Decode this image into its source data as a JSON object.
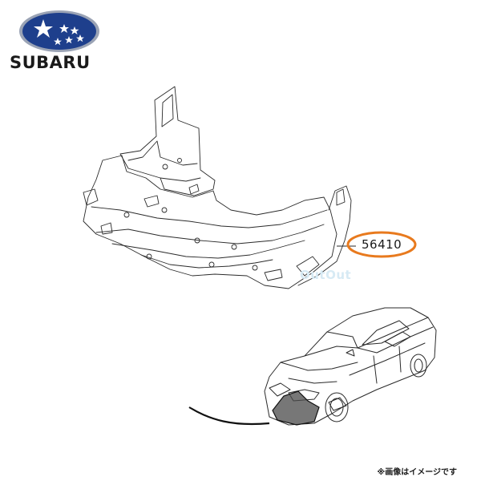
{
  "brand": {
    "name": "SUBARU",
    "logo_colors": {
      "oval": "#1e3f8c",
      "stars": "#ffffff",
      "rim": "#9aa3b5"
    }
  },
  "diagram": {
    "part_number": "56410",
    "callout_color": "#e87a1e",
    "watermark": "OutOut"
  },
  "note": "※画像はイメージです"
}
